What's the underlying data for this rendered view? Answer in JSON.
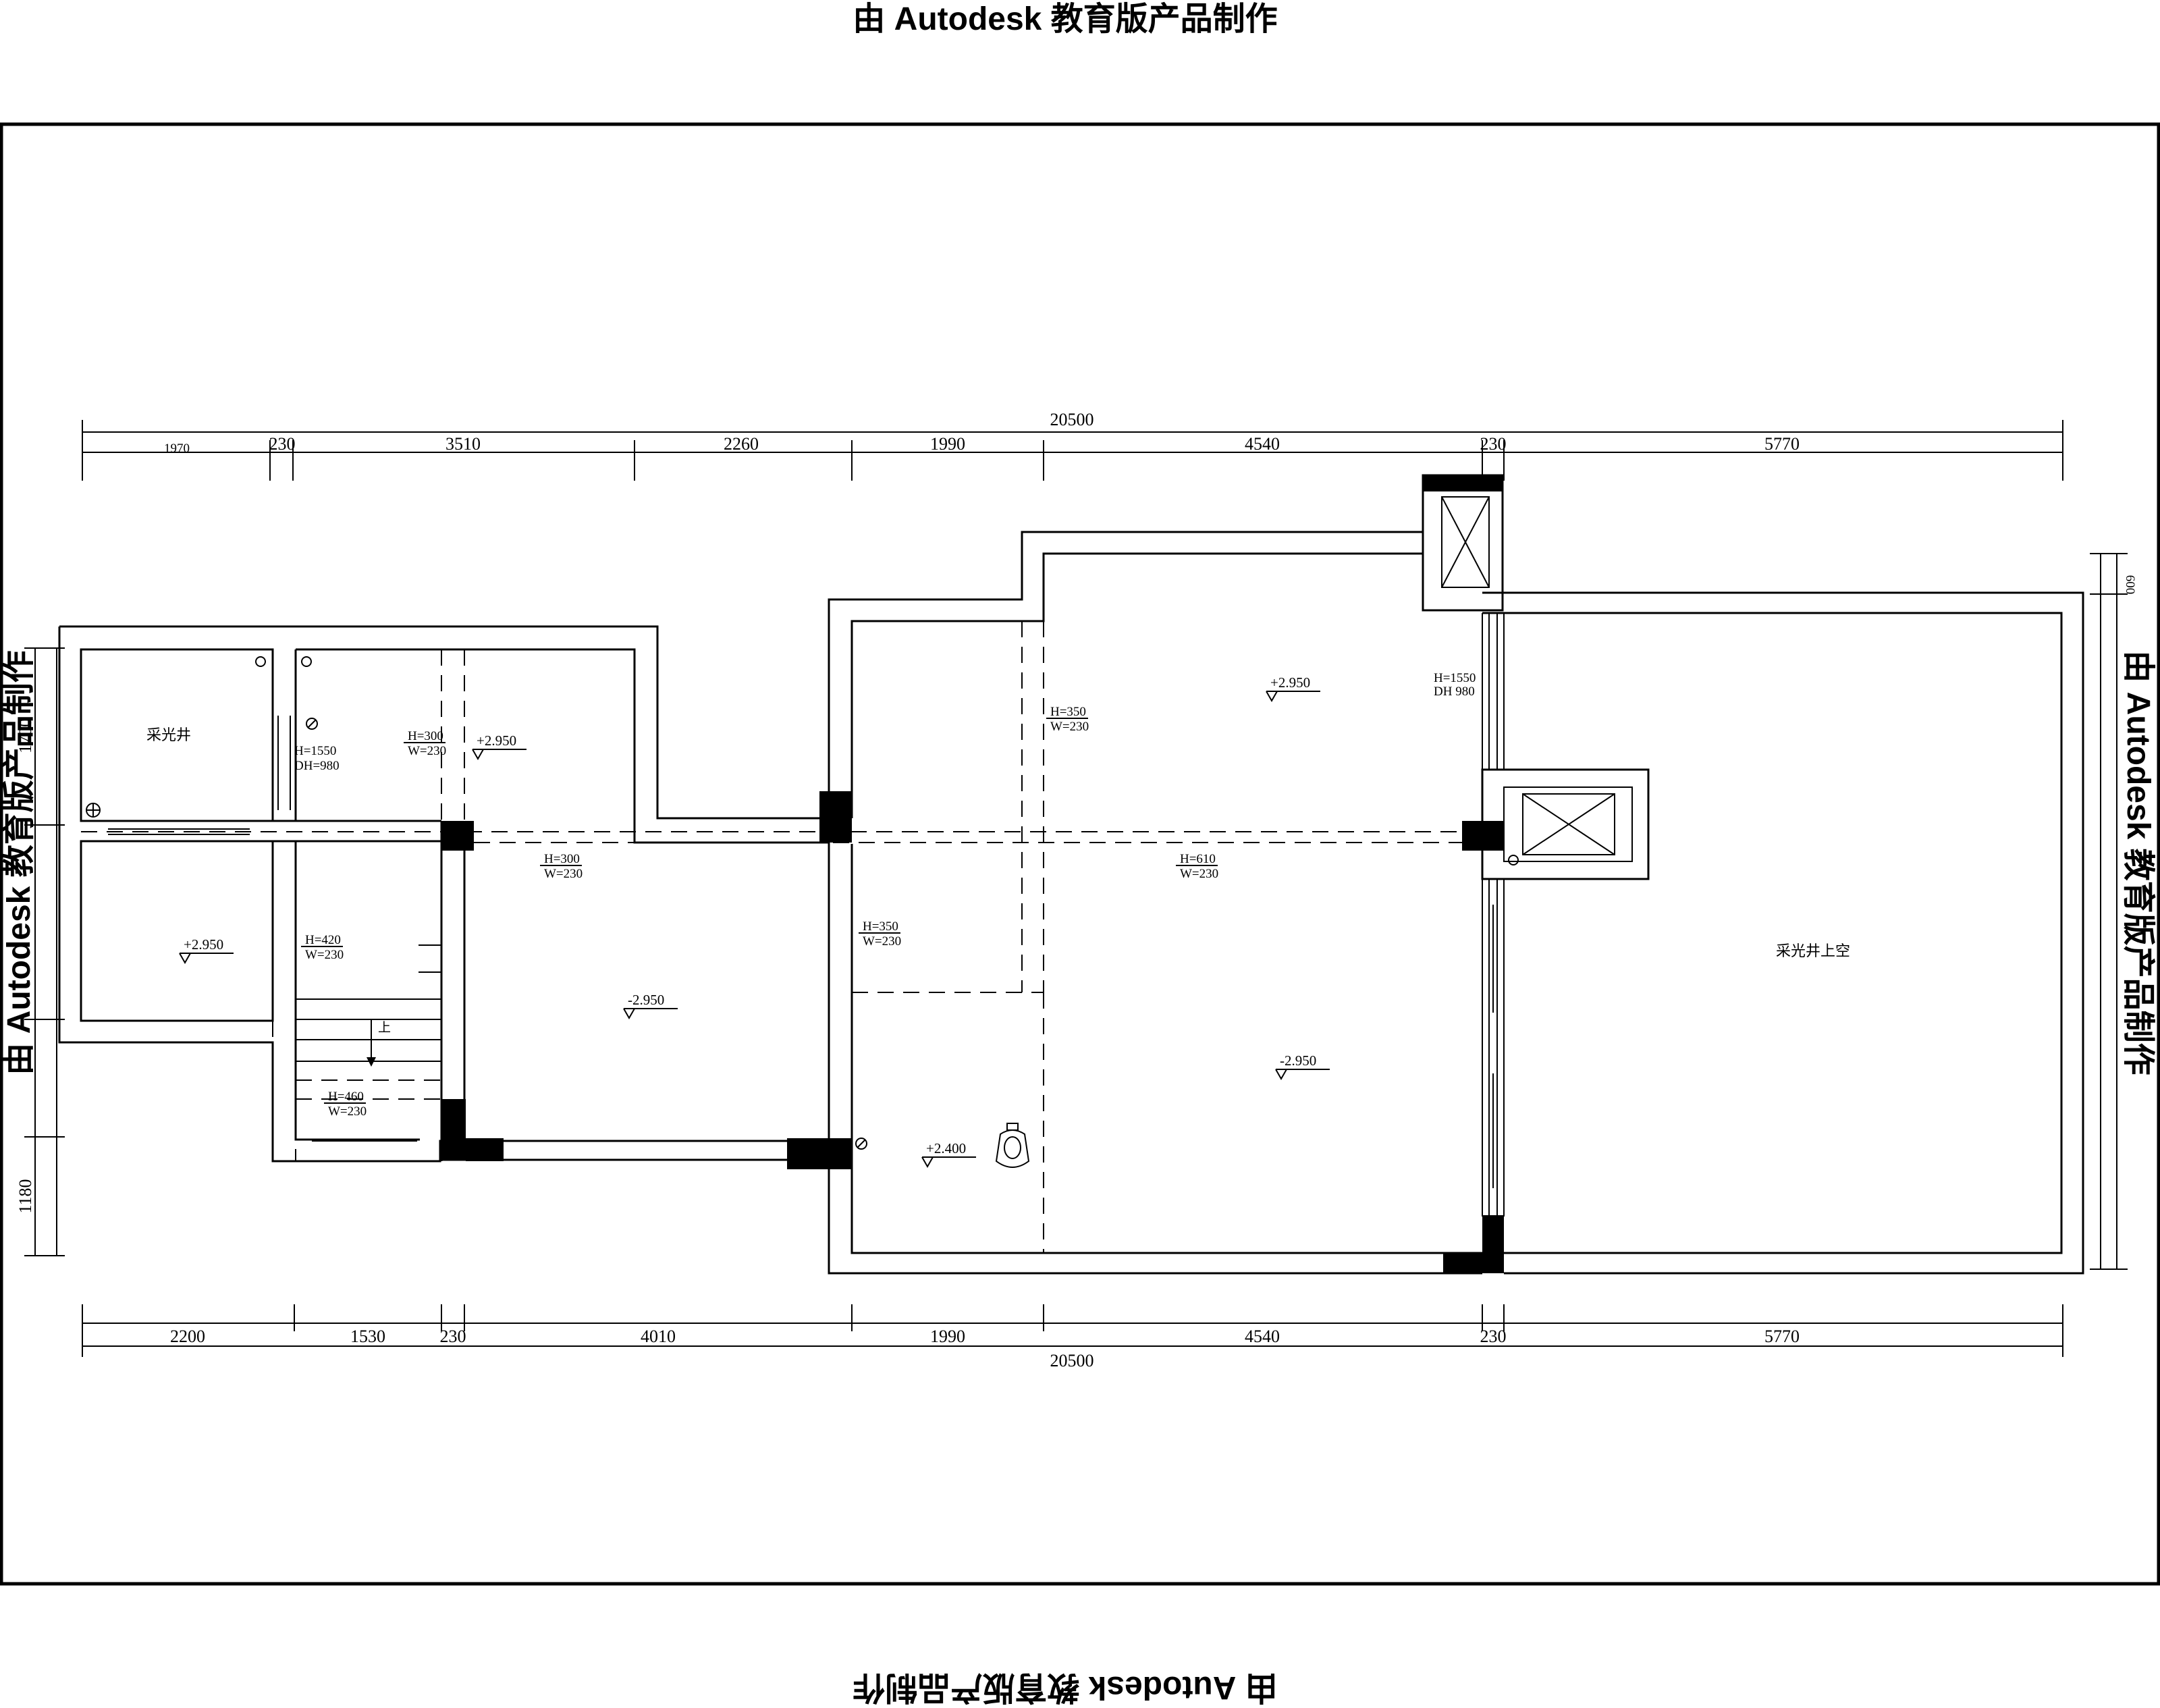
{
  "watermark": {
    "top": "由 Autodesk 教育版产品制作",
    "bottom": "由 Autodesk 教育版产品制作",
    "left": "由 Autodesk 教育版产品制作",
    "right": "由 Autodesk 教育版产品制作"
  },
  "dimensions": {
    "top_total": "20500",
    "top_segments": [
      "1970",
      "230",
      "3510",
      "2260",
      "1990",
      "4540",
      "230",
      "5770"
    ],
    "bottom_segments": [
      "2200",
      "1530",
      "230",
      "4010",
      "1990",
      "4540",
      "230",
      "5770"
    ],
    "bottom_total": "20500",
    "left_side": [
      "1700",
      "1180"
    ],
    "right_side": [
      "600"
    ]
  },
  "rooms": {
    "lightwell": "采光井",
    "lightwell_void": "采光井上空"
  },
  "levels": {
    "l1": "+2.950",
    "l2": "+2.950",
    "l3": "+2.950",
    "l4": "-2.950",
    "l5": "-2.950",
    "l6": "+2.400"
  },
  "beams": {
    "b1": [
      "H=300",
      "W=230"
    ],
    "b2": [
      "H=300",
      "W=230"
    ],
    "b3": [
      "H=420",
      "W=230"
    ],
    "b4": [
      "H=460",
      "W=230"
    ],
    "b5": [
      "H=350",
      "W=230"
    ],
    "b6": [
      "H=350",
      "W=230"
    ],
    "b7": [
      "H=610",
      "W=230"
    ]
  },
  "windows": {
    "w1": [
      "H=1550",
      "DH=980"
    ],
    "w2": [
      "H=1550",
      "DH 980"
    ]
  },
  "stair_label": "上"
}
